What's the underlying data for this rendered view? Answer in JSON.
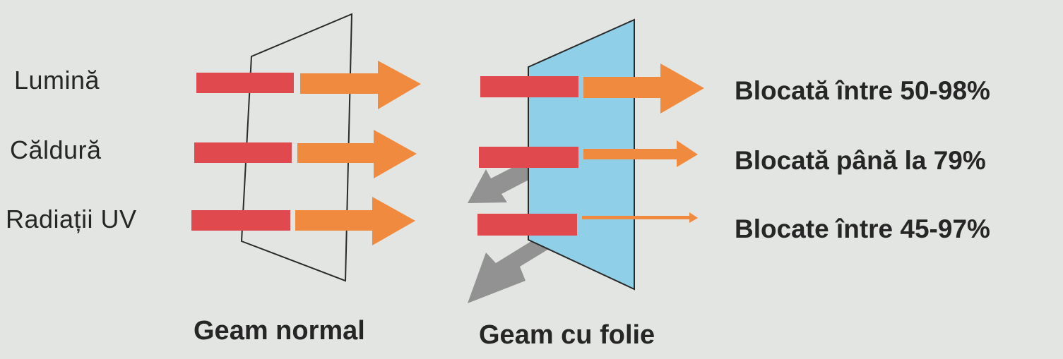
{
  "rows": [
    {
      "label": "Lumină",
      "result": "Blocată între 50-98%"
    },
    {
      "label": "Căldură",
      "result": "Blocată până la 79%"
    },
    {
      "label": "Radiații UV",
      "result": "Blocate între 45-97%"
    }
  ],
  "captions": {
    "normal": "Geam normal",
    "film": "Geam cu folie"
  },
  "colors": {
    "background": "#e3e5e2",
    "red_bar": "#e04a4f",
    "orange_arrow": "#ef8a3f",
    "grey_arrow": "#8d8d8d",
    "film_blue": "#8fd0e8",
    "outline": "#2a2a2a"
  }
}
